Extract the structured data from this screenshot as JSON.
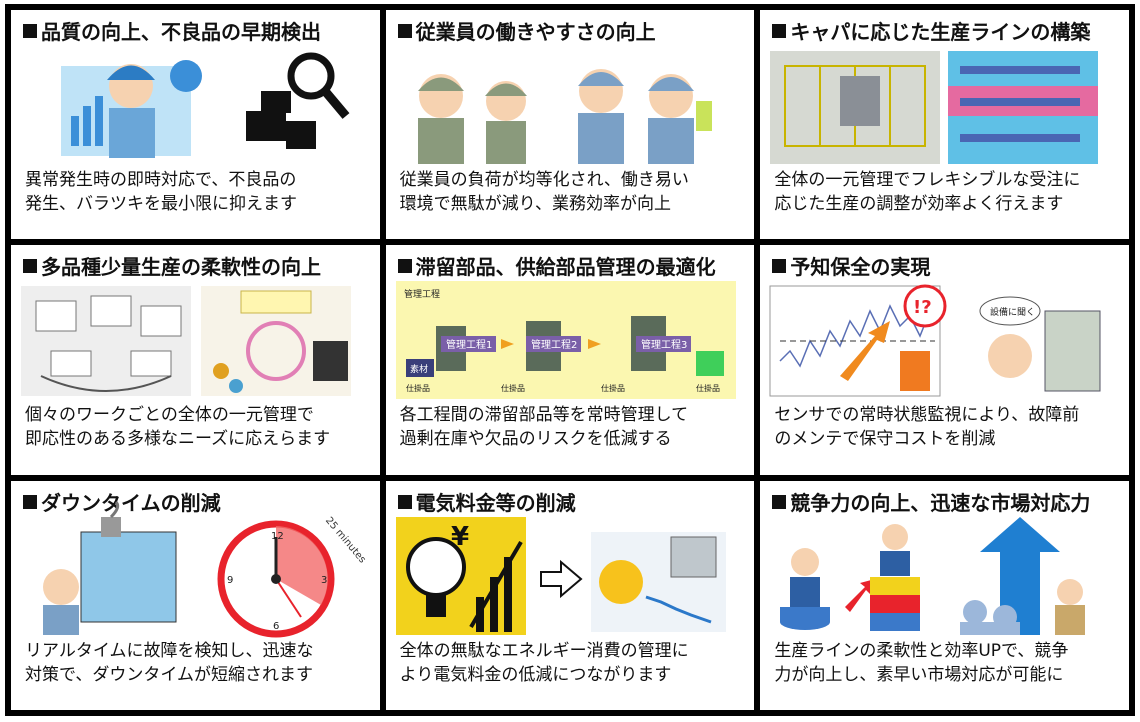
{
  "panels": [
    {
      "title": "品質の向上、不良品の早期検出",
      "desc": [
        "異常発生時の即時対応で、不良品の",
        "発生、バラツキを最小限に抑えます"
      ]
    },
    {
      "title": "従業員の働きやすさの向上",
      "desc": [
        "従業員の負荷が均等化され、働き易い",
        "環境で無駄が減り、業務効率が向上"
      ]
    },
    {
      "title": "キャパに応じた生産ラインの構築",
      "desc": [
        "全体の一元管理でフレキシブルな受注に",
        "応じた生産の調整が効率よく行えます"
      ]
    },
    {
      "title": "多品種少量生産の柔軟性の向上",
      "desc": [
        "個々のワークごとの全体の一元管理で",
        "即応性のある多様なニーズに応えらます"
      ]
    },
    {
      "title": "滞留部品、供給部品管理の最適化",
      "desc": [
        "各工程間の滞留部品等を常時管理して",
        "過剰在庫や欠品のリスクを低減する"
      ]
    },
    {
      "title": "予知保全の実現",
      "desc": [
        "センサでの常時状態監視により、故障前",
        "のメンテで保守コストを削減"
      ]
    },
    {
      "title": "ダウンタイムの削減",
      "desc": [
        "リアルタイムに故障を検知し、迅速な",
        "対策で、ダウンタイムが短縮されます"
      ]
    },
    {
      "title": "電気料金等の削減",
      "desc": [
        "全体の無駄なエネルギー消費の管理に",
        "より電気料金の低減につながります"
      ]
    },
    {
      "title": "競争力の向上、迅速な市場対応力",
      "desc": [
        "生産ラインの柔軟性と効率UPで、競争",
        "力が向上し、素早い市場対応が可能に"
      ]
    }
  ],
  "labels": {
    "process_area": "管理工程",
    "process_1": "管理工程1",
    "process_2": "管理工程2",
    "process_3": "管理工程3",
    "material": "素材",
    "wip": "仕掛品",
    "timer": "25 minutes",
    "speech": "設備に聞く",
    "question": "!?",
    "yen": "¥"
  },
  "colors": {
    "border": "#000000",
    "accent_red": "#e8232c",
    "accent_blue": "#1f7fd1",
    "accent_yellow": "#f2d21c"
  }
}
